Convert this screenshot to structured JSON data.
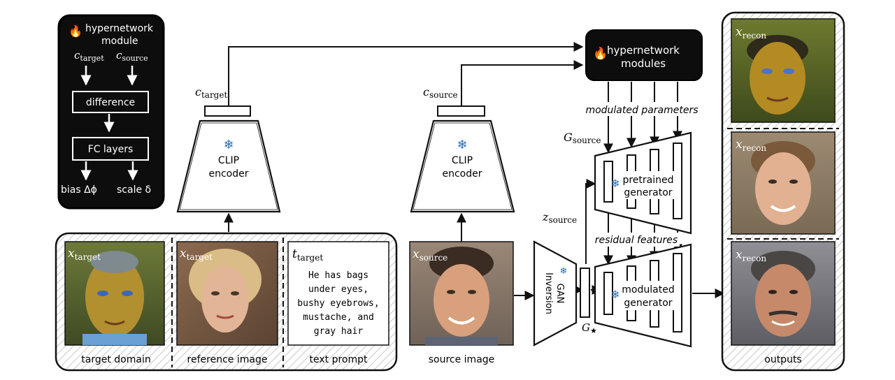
{
  "legend_box": {
    "title_line1": "hypernetwork",
    "title_line2": "module",
    "c_target": "c",
    "c_target_sub": "target",
    "c_source": "c",
    "c_source_sub": "source",
    "difference": "difference",
    "fc_layers": "FC layers",
    "bias": "bias Δϕ",
    "scale": "scale δ"
  },
  "left_encoder": {
    "c_label": "c",
    "c_sub": "target",
    "title_line1": "CLIP",
    "title_line2": "encoder"
  },
  "mid_encoder": {
    "c_label": "c",
    "c_sub": "source",
    "title_line1": "CLIP",
    "title_line2": "encoder"
  },
  "inputs": {
    "target_domain": {
      "var": "x",
      "sub": "target",
      "caption": "target domain"
    },
    "reference_image": {
      "var": "x",
      "sub": "target",
      "caption": "reference image"
    },
    "text_prompt": {
      "var": "t",
      "sub": "target",
      "caption": "text prompt",
      "lines": [
        "He has bags",
        "under eyes,",
        "bushy eyebrows,",
        "mustache, and",
        "gray hair"
      ]
    }
  },
  "source": {
    "var": "x",
    "sub": "source",
    "caption": "source image"
  },
  "gan_inversion": {
    "label_line1": "GAN",
    "label_line2": "Inversion"
  },
  "g_star": {
    "var": "G",
    "sub": "★"
  },
  "z_source": {
    "var": "z",
    "sub": "source"
  },
  "hyper_modules": {
    "line1": "hypernetwork",
    "line2": "modules"
  },
  "generators": {
    "g_source": {
      "var": "G",
      "sub": "source"
    },
    "modulated_parameters": "modulated parameters",
    "pretrained_line1": "pretrained",
    "pretrained_line2": "generator",
    "residual_features": "residual features",
    "modulated_line1": "modulated",
    "modulated_line2": "generator"
  },
  "outputs": {
    "caption": "outputs",
    "items": [
      {
        "var": "x",
        "sub": "recon"
      },
      {
        "var": "x",
        "sub": "recon"
      },
      {
        "var": "x",
        "sub": "recon"
      }
    ]
  }
}
